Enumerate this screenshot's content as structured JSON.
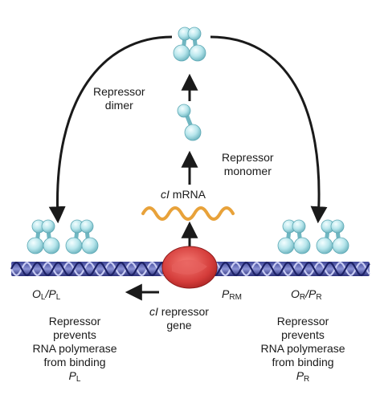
{
  "labels": {
    "repressor_dimer": [
      "Repressor",
      "dimer"
    ],
    "repressor_monomer": [
      "Repressor",
      "monomer"
    ],
    "ci_mrna": {
      "ci": "cI",
      "mrna": " mRNA"
    },
    "ci_repressor_gene": {
      "ci": "cI",
      "line1_rest": " repressor",
      "line2": "gene"
    },
    "prm": {
      "p": "P",
      "sub": "RM"
    },
    "left_operator": {
      "o": "O",
      "o_sub": "L",
      "slash": "/",
      "p": "P",
      "p_sub": "L"
    },
    "right_operator": {
      "o": "O",
      "o_sub": "R",
      "slash": "/",
      "p": "P",
      "p_sub": "R"
    },
    "left_caption": {
      "lines": [
        "Repressor",
        "prevents",
        "RNA polymerase",
        "from binding"
      ],
      "p": "P",
      "p_sub": "L"
    },
    "right_caption": {
      "lines": [
        "Repressor",
        "prevents",
        "RNA polymerase",
        "from binding"
      ],
      "p": "P",
      "p_sub": "R"
    }
  },
  "colors": {
    "repressor_fill": "#b8e6ec",
    "repressor_outline": "#5fa9b5",
    "dna_backbone_dark": "#2a2f7a",
    "dna_backbone_light": "#7e86c9",
    "mrna": "#e8a23a",
    "polymerase": "#d9413f",
    "arrow": "#1a1a1a"
  }
}
